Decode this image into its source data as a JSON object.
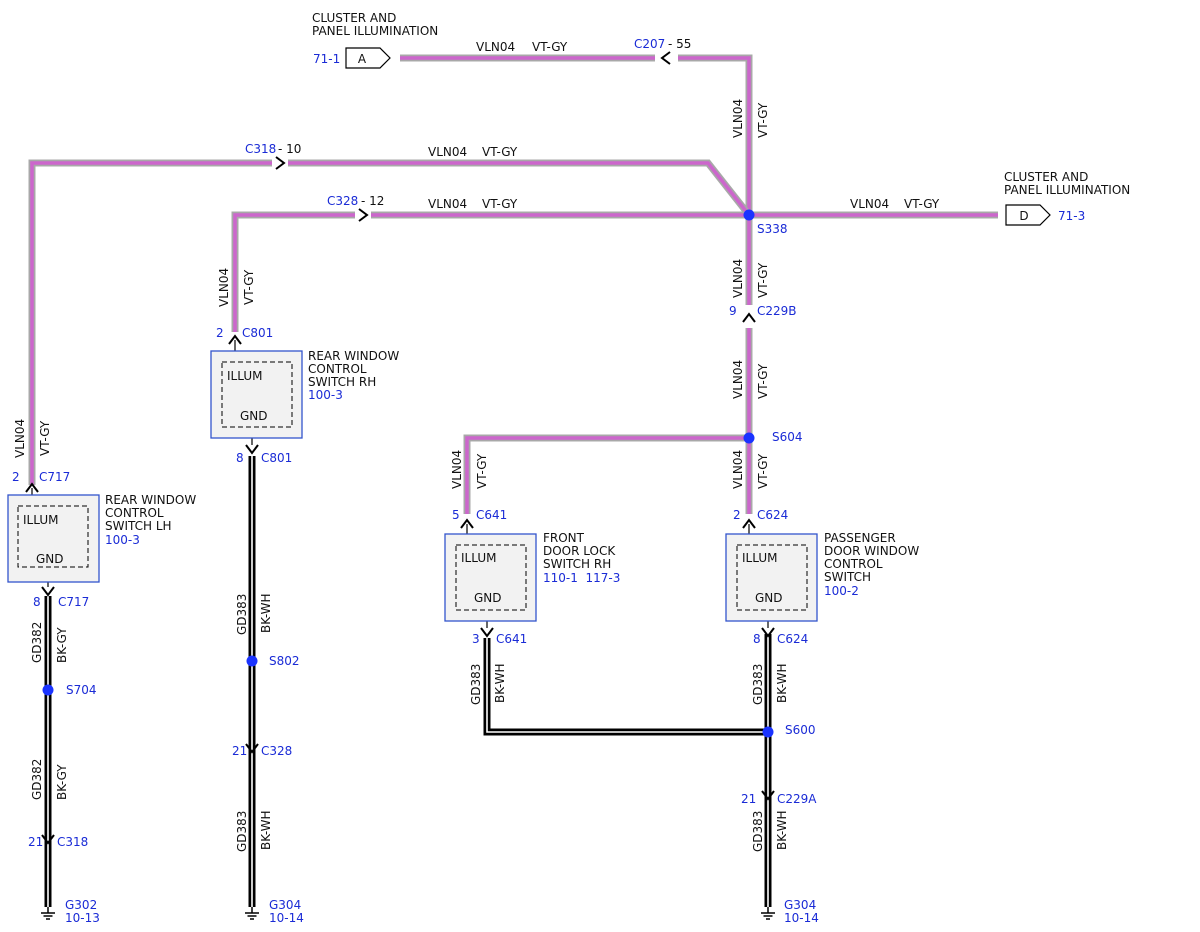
{
  "colors": {
    "wire_violet": "#cc66cc",
    "wire_gray": "#a8a8a8",
    "wire_black": "#000000",
    "splice_dot": "#1a33ff",
    "pin_text": "#1a2bd6",
    "box_border": "#3355cc",
    "box_fill": "#f2f2f2"
  },
  "connectors_offpage": {
    "a": {
      "letter": "A",
      "ref": "71-1",
      "label_line1": "CLUSTER AND",
      "label_line2": "PANEL ILLUMINATION"
    },
    "d": {
      "letter": "D",
      "ref": "71-3",
      "label_line1": "CLUSTER AND",
      "label_line2": "PANEL ILLUMINATION"
    }
  },
  "wire_labels": {
    "circuit_illum": "VLN04",
    "color_illum": "VT-GY",
    "circuit_gd382": "GD382",
    "color_gd382": "BK-GY",
    "circuit_gd383": "GD383",
    "color_gd383": "BK-WH"
  },
  "connector_pins": {
    "c207": {
      "name": "C207",
      "pin": "- 55"
    },
    "c318_top": {
      "name": "C318",
      "pin": "- 10"
    },
    "c328_top": {
      "name": "C328",
      "pin": "- 12"
    },
    "c801_top": {
      "name": "C801",
      "pin": "2"
    },
    "c801_bottom": {
      "name": "C801",
      "pin": "8"
    },
    "c717_top": {
      "name": "C717",
      "pin": "2"
    },
    "c717_bottom": {
      "name": "C717",
      "pin": "8"
    },
    "c229b": {
      "name": "C229B",
      "pin": "9"
    },
    "c641_top": {
      "name": "C641",
      "pin": "5"
    },
    "c641_bottom": {
      "name": "C641",
      "pin": "3"
    },
    "c624_top": {
      "name": "C624",
      "pin": "2"
    },
    "c624_bottom": {
      "name": "C624",
      "pin": "8"
    },
    "c328_bottom": {
      "name": "C328",
      "pin": "21"
    },
    "c318_bottom": {
      "name": "C318",
      "pin": "21"
    },
    "c229a": {
      "name": "C229A",
      "pin": "21"
    }
  },
  "splices": {
    "s338": "S338",
    "s604": "S604",
    "s704": "S704",
    "s802": "S802",
    "s600": "S600"
  },
  "grounds": {
    "g302_left": {
      "name": "G302",
      "ref": "10-13"
    },
    "g304_mid": {
      "name": "G304",
      "ref": "10-14"
    },
    "g304_right": {
      "name": "G304",
      "ref": "10-14"
    }
  },
  "components": {
    "rear_rh": {
      "illum": "ILLUM",
      "gnd": "GND",
      "name_l1": "REAR WINDOW",
      "name_l2": "CONTROL",
      "name_l3": "SWITCH RH",
      "ref": "100-3"
    },
    "rear_lh": {
      "illum": "ILLUM",
      "gnd": "GND",
      "name_l1": "REAR WINDOW",
      "name_l2": "CONTROL",
      "name_l3": "SWITCH LH",
      "ref": "100-3"
    },
    "front_lock_rh": {
      "illum": "ILLUM",
      "gnd": "GND",
      "name_l1": "FRONT",
      "name_l2": "DOOR LOCK",
      "name_l3": "SWITCH RH",
      "ref": "110-1  117-3"
    },
    "pass_window": {
      "illum": "ILLUM",
      "gnd": "GND",
      "name_l1": "PASSENGER",
      "name_l2": "DOOR WINDOW",
      "name_l3": "CONTROL",
      "name_l4": "SWITCH",
      "ref": "100-2"
    }
  }
}
